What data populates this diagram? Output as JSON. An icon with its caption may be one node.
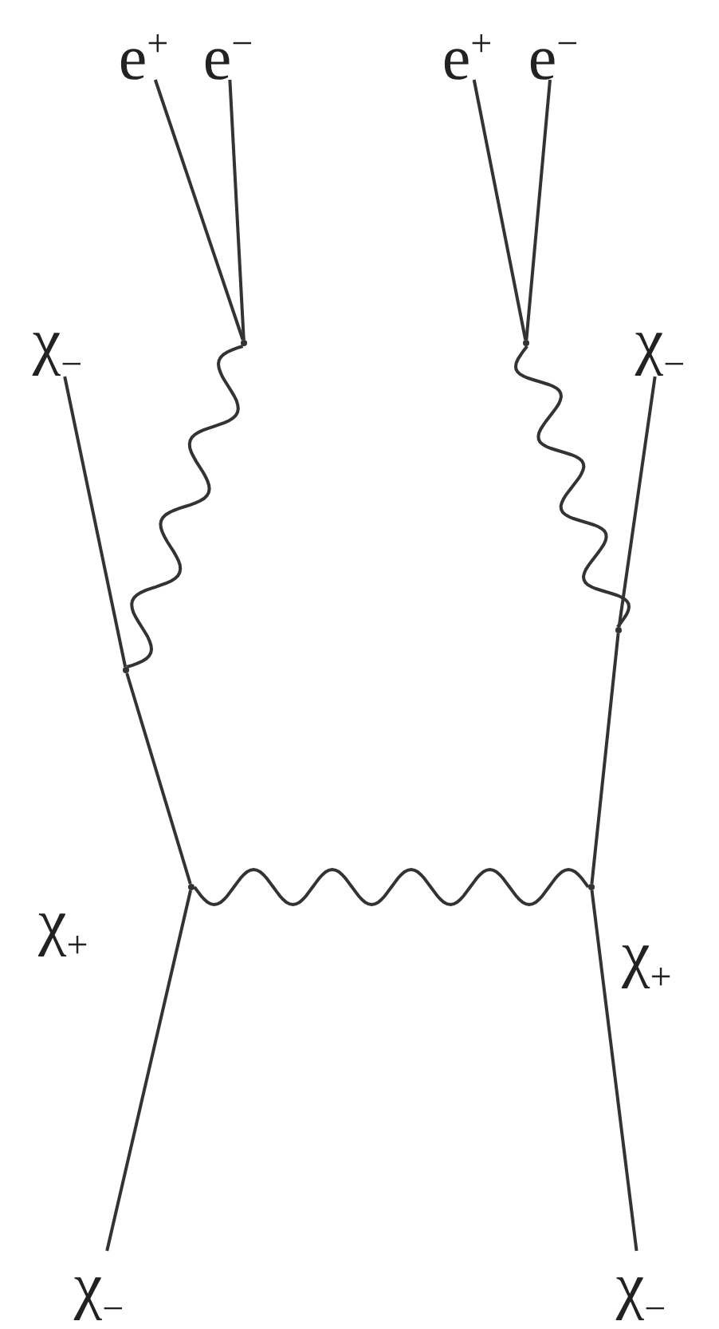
{
  "diagram": {
    "nodes": [
      {
        "text": [
          "e$^{+}$"
        ]
      },
      {
        "text": [
          "e$^{−}$"
        ]
      },
      {
        "text": [
          "e$^{+}$"
        ]
      },
      {
        "text": [
          "e$^{−}$"
        ]
      },
      {
        "text": [
          "χ$_{−}$"
        ]
      },
      {
        "text": [
          "χ$_{−}$"
        ]
      },
      {
        "text": [],
        "shape": "dot"
      },
      {
        "text": [],
        "shape": "dot"
      },
      {
        "text": [],
        "shape": "dot"
      },
      {
        "text": [],
        "shape": "dot"
      },
      {
        "text": [],
        "shape": "dot"
      },
      {
        "text": [],
        "shape": "dot"
      },
      {
        "text": [
          "χ$_{−}$"
        ]
      },
      {
        "text": [
          "χ$_{−}$"
        ]
      }
    ],
    "edges": [
      {
        "from": 0,
        "to": 6,
        "arrow": "none"
      },
      {
        "from": 1,
        "to": 6,
        "arrow": "none"
      },
      {
        "from": 2,
        "to": 7,
        "arrow": "none"
      },
      {
        "from": 3,
        "to": 7,
        "arrow": "none"
      },
      {
        "from": 6,
        "to": 8,
        "arrow": "none"
      },
      {
        "from": 7,
        "to": 9,
        "arrow": "none"
      },
      {
        "from": 4,
        "to": 8,
        "arrow": "none"
      },
      {
        "from": 5,
        "to": 9,
        "arrow": "none"
      },
      {
        "from": 8,
        "to": 10,
        "arrow": "none"
      },
      {
        "from": 9,
        "to": 11,
        "arrow": "none"
      },
      {
        "from": 10,
        "to": 11,
        "arrow": "none"
      },
      {
        "from": 12,
        "to": 10,
        "arrow": "none"
      },
      {
        "from": 13,
        "to": 11,
        "arrow": "none"
      }
    ],
    "labels": [
      "χ$_{+}$",
      "χ$_{+}$"
    ]
  }
}
